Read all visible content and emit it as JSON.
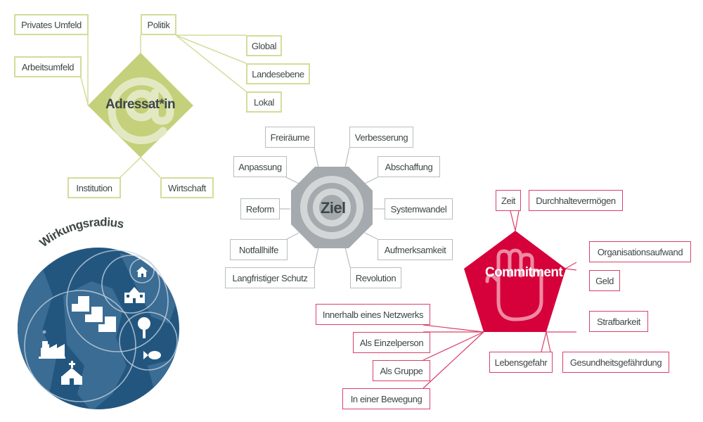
{
  "colors": {
    "adressat": "#c5d07a",
    "ziel": "#a4aaad",
    "commitment": "#d6003a",
    "globe": "#22567f",
    "text": "#3d4646"
  },
  "adressat": {
    "title": "Adressat*in",
    "icon": "at-sign-icon",
    "at_symbol": "@",
    "branches": {
      "privates_umfeld": "Privates Umfeld",
      "arbeitsumfeld": "Arbeitsumfeld",
      "politik": "Politik",
      "global": "Global",
      "landesebene": "Landesebene",
      "lokal": "Lokal",
      "institution": "Institution",
      "wirtschaft": "Wirtschaft"
    }
  },
  "ziel": {
    "title": "Ziel",
    "icon": "target-icon",
    "branches": {
      "freiraeume": "Freiräume",
      "verbesserung": "Verbesserung",
      "anpassung": "Anpassung",
      "abschaffung": "Abschaffung",
      "reform": "Reform",
      "systemwandel": "Systemwandel",
      "notfallhilfe": "Notfallhilfe",
      "aufmerksamkeit": "Aufmerksamkeit",
      "langfristiger_schutz": "Langfristiger Schutz",
      "revolution": "Revolution"
    }
  },
  "commitment": {
    "title": "Commitment",
    "icon": "raised-hand-icon",
    "branches": {
      "zeit": "Zeit",
      "durchhaltevermoegen": "Durchhaltevermögen",
      "organisationsaufwand": "Organisationsaufwand",
      "geld": "Geld",
      "strafbarkeit": "Strafbarkeit",
      "lebensgefahr": "Lebensgefahr",
      "gesundheitsgefaehrdung": "Gesundheitsgefährdung",
      "netzwerk": "Innerhalb eines Netzwerks",
      "einzelperson": "Als Einzelperson",
      "gruppe": "Als Gruppe",
      "bewegung": "In einer Bewegung"
    }
  },
  "wirkungsradius": {
    "title": "Wirkungsradius",
    "icons": [
      "house-icon",
      "school-icon",
      "city-buildings-icon",
      "tree-icon",
      "fish-icon",
      "factory-icon",
      "church-icon"
    ]
  }
}
